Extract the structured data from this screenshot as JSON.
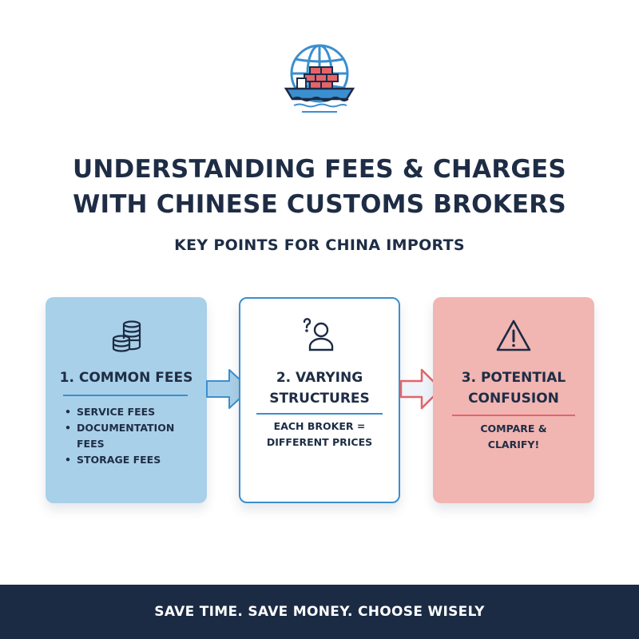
{
  "header": {
    "logo_icon": "globe-cargo-ship-icon",
    "title_line1": "UNDERSTANDING FEES & CHARGES",
    "title_line2": "WITH CHINESE CUSTOMS BROKERS",
    "subtitle": "KEY POINTS FOR CHINA IMPORTS"
  },
  "cards": [
    {
      "icon": "coin-stack-icon",
      "title": "1. COMMON FEES",
      "items": [
        "SERVICE FEES",
        "DOCUMENTATION FEES",
        "STORAGE FEES"
      ],
      "color": "#a9d0e9"
    },
    {
      "icon": "question-person-icon",
      "title_line1": "2. VARYING",
      "title_line2": "STRUCTURES",
      "body_line1": "EACH BROKER =",
      "body_line2": "DIFFERENT PRICES",
      "color": "#3a8fd0"
    },
    {
      "icon": "warning-triangle-icon",
      "title_line1": "3. POTENTIAL",
      "title_line2": "CONFUSION",
      "body_line1": "COMPARE &",
      "body_line2": "CLARIFY!",
      "color": "#f1b5b2"
    }
  ],
  "connectors": [
    "arrow-right-icon",
    "arrow-right-icon"
  ],
  "footer": {
    "tagline": "SAVE TIME. SAVE MONEY. CHOOSE WISELY"
  },
  "colors": {
    "navy": "#1c2b44",
    "blue": "#3a8fd0",
    "light_blue": "#a9d0e9",
    "pink": "#f1b5b2",
    "red": "#e4646b"
  }
}
